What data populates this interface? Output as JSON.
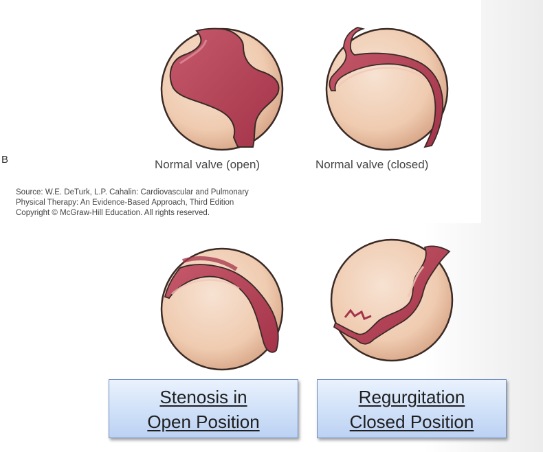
{
  "figure": {
    "panel_letter": "B",
    "captions": {
      "open": "Normal valve (open)",
      "closed": "Normal valve (closed)"
    },
    "source_lines": [
      "Source: W.E. DeTurk, L.P. Cahalin: Cardiovascular and Pulmonary",
      "Physical Therapy: An Evidence-Based Approach, Third Edition",
      "Copyright © McGraw-Hill Education. All rights reserved."
    ]
  },
  "labels": {
    "stenosis": [
      "Stenosis in",
      "Open Position"
    ],
    "regurgitation": [
      "Regurgitation",
      "Closed Position"
    ]
  },
  "colors": {
    "valve_fill": "#f0cfb6",
    "valve_outline": "#3a2a26",
    "leaflet": "#b8465a",
    "label_box": "#cfe0f8"
  }
}
